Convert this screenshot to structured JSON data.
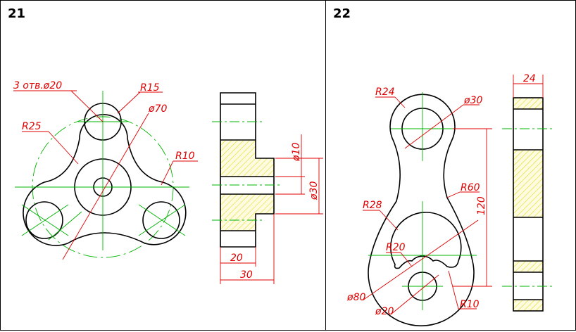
{
  "drawings": [
    {
      "number": "21",
      "labels": {
        "holes": "3 отв.ø20",
        "r15": "R15",
        "d70": "ø70",
        "r25": "R25",
        "r10": "R10",
        "d10": "ø10",
        "d30": "ø30",
        "l20": "20",
        "l30": "30"
      }
    },
    {
      "number": "22",
      "labels": {
        "r24": "R24",
        "d30": "ø30",
        "w24": "24",
        "r60": "R60",
        "l120": "120",
        "r28": "R28",
        "r20": "R20",
        "d80": "ø80",
        "d20": "ø20",
        "r10": "R10"
      }
    }
  ],
  "colors": {
    "outline": "#000000",
    "centerline": "#00b400",
    "dimension": "#e00000",
    "hatch": "#d8d800"
  }
}
